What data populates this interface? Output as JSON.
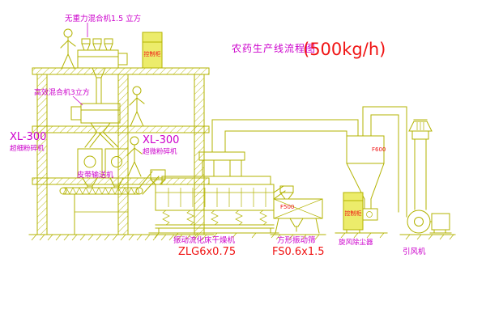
{
  "title": {
    "name": "农药生产线流程图",
    "capacity": "(500kg/h)"
  },
  "equipment_labels": {
    "gravity_mixer": "无重力混合机1.5 立方",
    "high_eff_mixer": "高效混合机3立方",
    "mill_left_model": "XL-300",
    "mill_left_name": "超细粉碎机",
    "mill_right_model": "XL-300",
    "mill_right_name": "超微粉碎机",
    "belt_conveyor": "皮带输送机",
    "dryer_name": "振动流化床干燥机",
    "dryer_model": "ZLG6x0.75",
    "sieve_name": "方形振动筛",
    "sieve_model": "FS0.6x1.5",
    "sieve_spec": "F500",
    "cyclone_name": "旋风除尘器",
    "cyclone_spec": "F600",
    "fan_name": "引风机",
    "cabinet_label": "控制柜"
  },
  "colors": {
    "line": "#b3b300",
    "magenta": "#cc00cc",
    "red": "#f01414",
    "background": "#ffffff",
    "cabinet_fill": "#ecec6b"
  }
}
